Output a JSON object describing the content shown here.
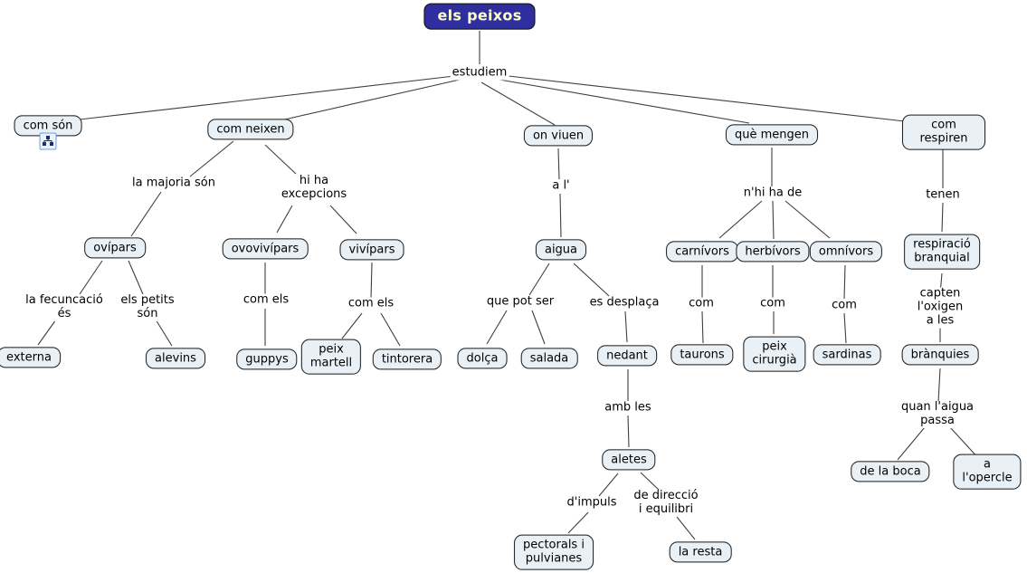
{
  "title": {
    "label": "els peixos"
  },
  "colors": {
    "title_bg": "#2e2e9e",
    "title_fg": "#ffffcc",
    "node_fill": "#e9f1f7",
    "node_border": "#222222",
    "edge": "#3f3f3f"
  },
  "icons": {
    "submap": "concept-submap-icon"
  },
  "concepts": {
    "com_son": "com són",
    "com_neixen": "com neixen",
    "on_viuen": "on viuen",
    "que_mengen": "què mengen",
    "com_respiren": "com respiren",
    "ovipars": "ovípars",
    "ovovivipars": "ovovivípars",
    "vivipars": "vivípars",
    "aigua": "aigua",
    "carnivors": "carnívors",
    "herbivors": "herbívors",
    "omnivors": "omnívors",
    "respiracio_branquial": "respiració\nbranquial",
    "externa": "externa",
    "alevins": "alevins",
    "guppys": "guppys",
    "peix_martell": "peix\nmartell",
    "tintorera": "tintorera",
    "dolca": "dolça",
    "salada": "salada",
    "nedant": "nedant",
    "taurons": "taurons",
    "peix_cirurgia": "peix\ncirurgià",
    "sardinas": "sardinas",
    "branquies": "brànquies",
    "aletes": "aletes",
    "de_la_boca": "de la boca",
    "a_lopercle": "a l'opercle",
    "pectorals_i_pulvianes": "pectorals i\npulvianes",
    "la_resta": "la resta"
  },
  "linking_phrases": {
    "estudiem": "estudiem",
    "la_majoria_son": "la majoria són",
    "hi_ha_excepcions": "hi ha\nexcepcions",
    "a_l": "a l'",
    "nhi_ha_de": "n'hi ha de",
    "tenen": "tenen",
    "la_fecuncacio_es": "la fecuncació\nés",
    "els_petits_son": "els petits\nsón",
    "com_els_1": "com els",
    "com_els_2": "com els",
    "que_pot_ser": "que pot ser",
    "es_desplaca": "es desplaça",
    "com_1": "com",
    "com_2": "com",
    "com_3": "com",
    "capten_oxigen": "capten l'oxigen\na les",
    "amb_les": "amb les",
    "quan_aigua_passa": "quan l'aigua\npassa",
    "dimpuls": "d'impuls",
    "de_direccio": "de direcció\ni equilibri"
  }
}
